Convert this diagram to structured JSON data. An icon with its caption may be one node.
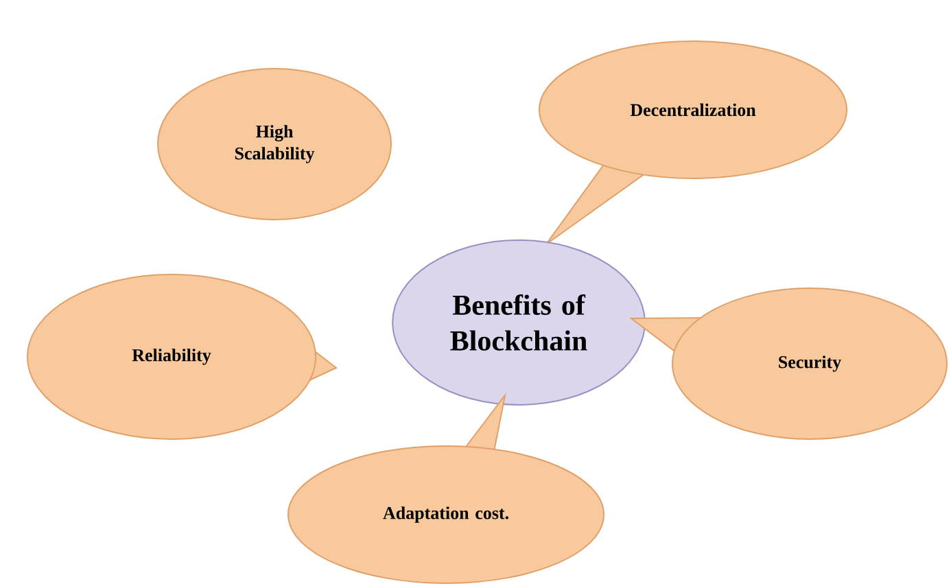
{
  "diagram": {
    "nodes": [
      {
        "text": [
          "High Scalability"
        ]
      },
      {
        "text": [
          "Decentralization"
        ]
      },
      {
        "text": [
          "Benefits of Blockchain"
        ]
      },
      {
        "text": [
          "Security"
        ]
      },
      {
        "text": [
          "Reliability"
        ]
      },
      {
        "text": [
          "Adaptation cost."
        ]
      }
    ]
  }
}
